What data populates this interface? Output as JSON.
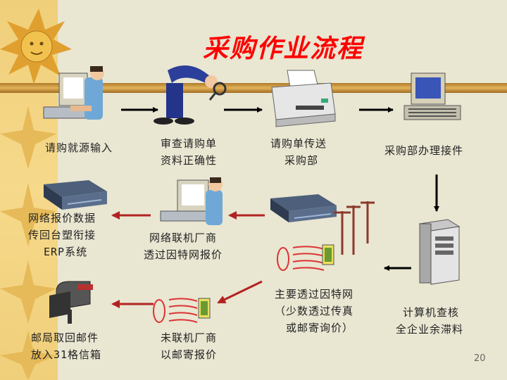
{
  "title": "采购作业流程",
  "page_number": "20",
  "labels": {
    "input": "请购就源输入",
    "review_1": "审查请购单",
    "review_2": "资料正确性",
    "send_1": "请购单传送",
    "send_2": "采购部",
    "handle": "采购部办理接件",
    "erp_1": "网络报价数据",
    "erp_2": "传回台塑衔接",
    "erp_3": "ERP系统",
    "online_1": "网络联机厂商",
    "online_2": "透过因特网报价",
    "main_1": "主要透过因特网",
    "main_2": "（少数透过传真",
    "main_3": "或邮寄询价）",
    "check_1": "计算机查核",
    "check_2": "全企业余滞料",
    "mail_1": "邮局取回邮件",
    "mail_2": "放入31格信箱",
    "offline_1": "未联机厂商",
    "offline_2": "以邮寄报价"
  },
  "icons": [
    "sun-icon",
    "person-at-computer-icon",
    "inspector-icon",
    "printer-icon",
    "computer-terminal-icon",
    "server-icon",
    "telephone-poles-icon",
    "letter-icon",
    "mailbox-icon"
  ],
  "colors": {
    "title": "#ff0000",
    "arrow_black": "#000000",
    "arrow_red": "#b22222"
  }
}
